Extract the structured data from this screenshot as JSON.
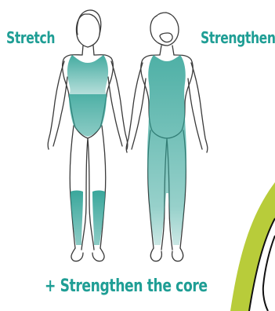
{
  "labels": {
    "stretch": "Stretch",
    "strengthen": "Strengthen",
    "core": "+ Strengthen the core"
  },
  "colors": {
    "accent": "#1f9e95",
    "fill": "#2fa296",
    "outline": "#3a3a3a",
    "lime": "#b8cc3a"
  },
  "figures": [
    {
      "view": "front",
      "highlighted_regions": [
        "chest-and-shoulders",
        "abdomen-and-hips",
        "lower-legs"
      ]
    },
    {
      "view": "back",
      "highlighted_regions": [
        "back",
        "glutes",
        "hamstrings",
        "calves"
      ]
    }
  ]
}
